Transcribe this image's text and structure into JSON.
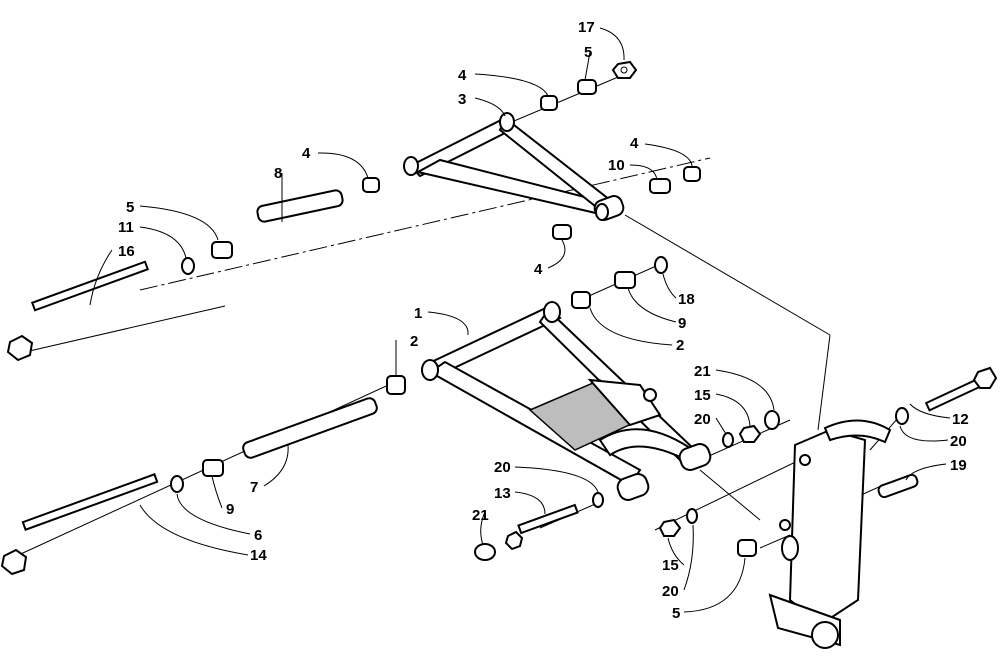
{
  "callouts": [
    {
      "id": "c17",
      "label": "17"
    },
    {
      "id": "c5a",
      "label": "5"
    },
    {
      "id": "c4a",
      "label": "4"
    },
    {
      "id": "c3",
      "label": "3"
    },
    {
      "id": "c4b",
      "label": "4"
    },
    {
      "id": "c8",
      "label": "8"
    },
    {
      "id": "c4c",
      "label": "4"
    },
    {
      "id": "c10",
      "label": "10"
    },
    {
      "id": "c5b",
      "label": "5"
    },
    {
      "id": "c11",
      "label": "11"
    },
    {
      "id": "c16",
      "label": "16"
    },
    {
      "id": "c4d",
      "label": "4"
    },
    {
      "id": "c18",
      "label": "18"
    },
    {
      "id": "c9a",
      "label": "9"
    },
    {
      "id": "c1",
      "label": "1"
    },
    {
      "id": "c2a",
      "label": "2"
    },
    {
      "id": "c2b",
      "label": "2"
    },
    {
      "id": "c21a",
      "label": "21"
    },
    {
      "id": "c15a",
      "label": "15"
    },
    {
      "id": "c20a",
      "label": "20"
    },
    {
      "id": "c12",
      "label": "12"
    },
    {
      "id": "c20b",
      "label": "20"
    },
    {
      "id": "c19",
      "label": "19"
    },
    {
      "id": "c7",
      "label": "7"
    },
    {
      "id": "c20c",
      "label": "20"
    },
    {
      "id": "c13",
      "label": "13"
    },
    {
      "id": "c9b",
      "label": "9"
    },
    {
      "id": "c6",
      "label": "6"
    },
    {
      "id": "c21b",
      "label": "21"
    },
    {
      "id": "c14",
      "label": "14"
    },
    {
      "id": "c15b",
      "label": "15"
    },
    {
      "id": "c20d",
      "label": "20"
    },
    {
      "id": "c5c",
      "label": "5"
    }
  ]
}
